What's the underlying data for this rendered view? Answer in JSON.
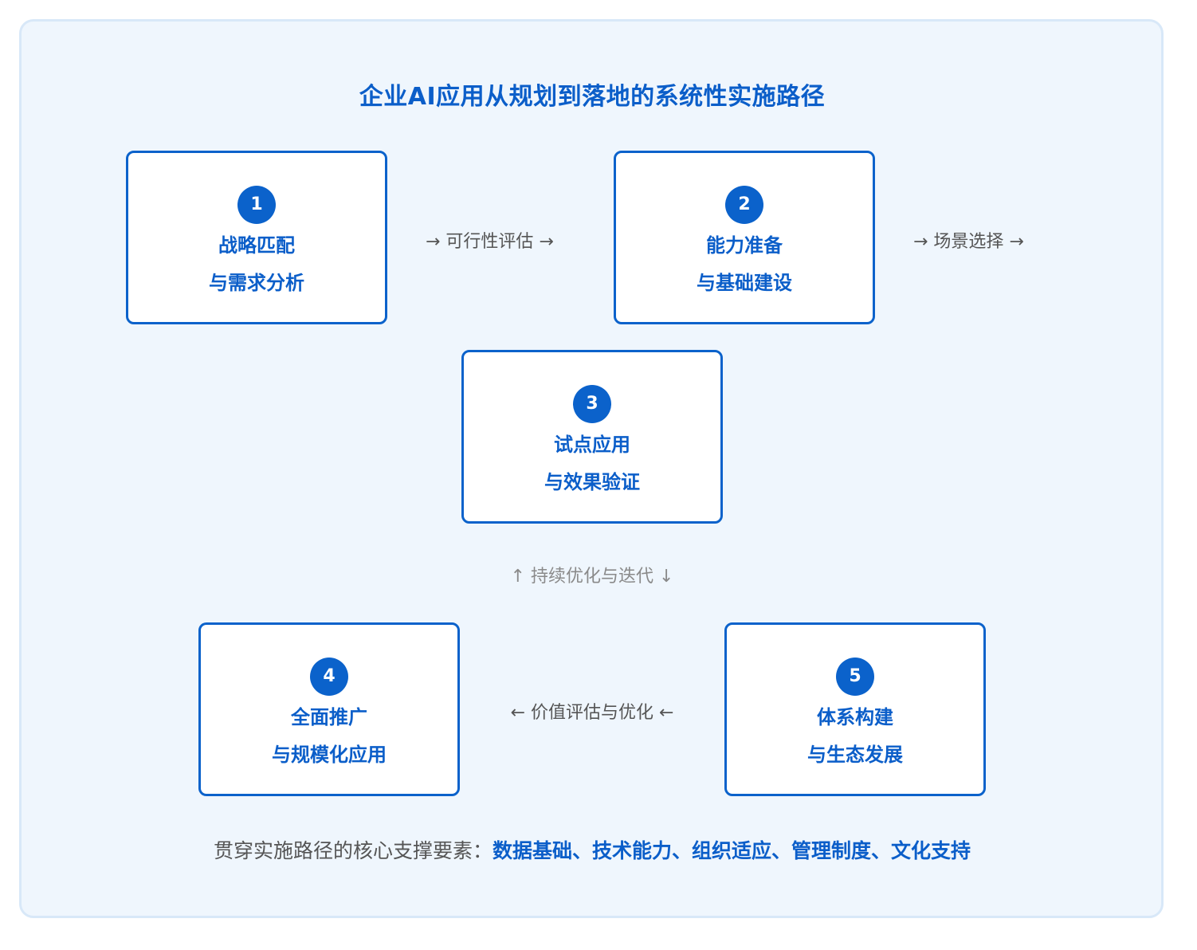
{
  "title": "企业AI应用从规划到落地的系统性实施路径",
  "steps": [
    {
      "number": "1",
      "line1": "战略匹配",
      "line2": "与需求分析"
    },
    {
      "number": "2",
      "line1": "能力准备",
      "line2": "与基础建设"
    },
    {
      "number": "3",
      "line1": "试点应用",
      "line2": "与效果验证"
    },
    {
      "number": "4",
      "line1": "全面推广",
      "line2": "与规模化应用"
    },
    {
      "number": "5",
      "line1": "体系构建",
      "line2": "与生态发展"
    }
  ],
  "connectors": {
    "feasibility": "→ 可行性评估 →",
    "scenario": "→ 场景选择 →",
    "iteration": "↑ 持续优化与迭代 ↓",
    "value": "← 价值评估与优化 ←"
  },
  "footer": {
    "lead": "贯穿实施路径的核心支撑要素：",
    "items": "数据基础、技术能力、组织适应、管理制度、文化支持"
  },
  "colors": {
    "accent": "#0b62cb",
    "panel_background": "#eff6fd",
    "panel_border": "#d8e8f8",
    "connector_text": "#555555"
  }
}
